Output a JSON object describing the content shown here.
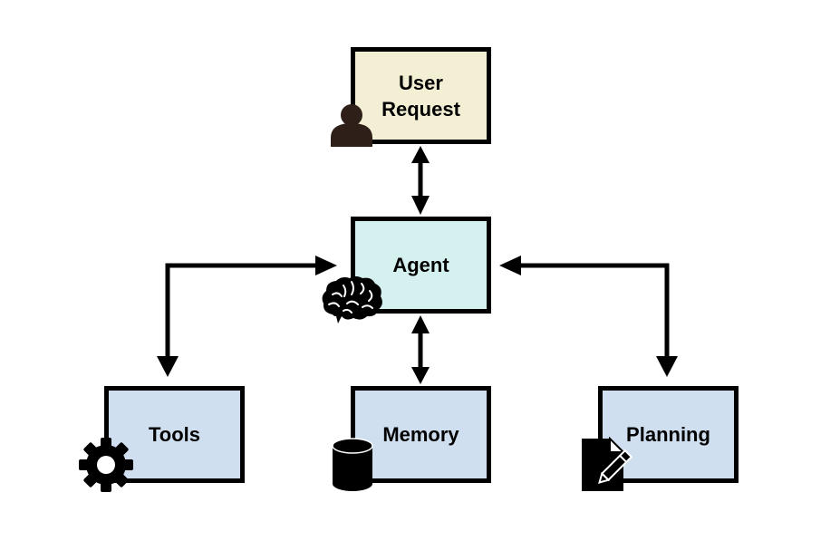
{
  "nodes": {
    "user_request": {
      "label_line1": "User",
      "label_line2": "Request"
    },
    "agent": {
      "label": "Agent"
    },
    "tools": {
      "label": "Tools"
    },
    "memory": {
      "label": "Memory"
    },
    "planning": {
      "label": "Planning"
    }
  },
  "icons": {
    "user_request": "person-icon",
    "agent": "brain-icon",
    "tools": "gear-icon",
    "memory": "database-icon",
    "planning": "document-pencil-icon"
  },
  "colors": {
    "user_request_fill": "#f3efd5",
    "agent_fill": "#d4f0ef",
    "component_fill": "#cfdff0",
    "stroke": "#000000",
    "person_icon": "#2e2018"
  },
  "edges": [
    {
      "from": "user_request",
      "to": "agent",
      "direction": "both"
    },
    {
      "from": "agent",
      "to": "tools",
      "direction": "both"
    },
    {
      "from": "agent",
      "to": "memory",
      "direction": "both"
    },
    {
      "from": "agent",
      "to": "planning",
      "direction": "both"
    }
  ]
}
